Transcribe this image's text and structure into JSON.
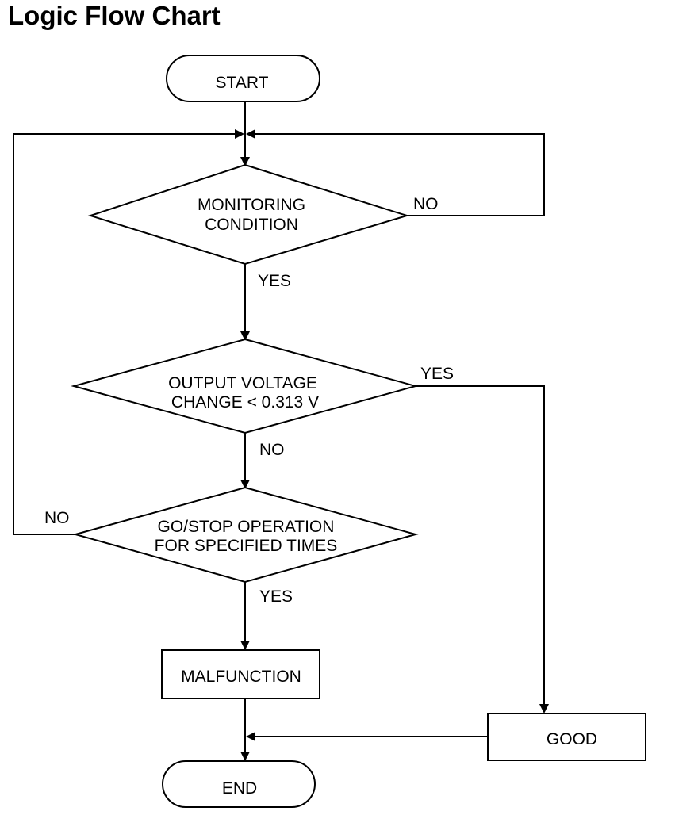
{
  "title": "Logic Flow Chart",
  "nodes": {
    "start": "START",
    "monitoring": [
      "MONITORING",
      "CONDITION"
    ],
    "voltage": [
      "OUTPUT VOLTAGE",
      "CHANGE < 0.313 V"
    ],
    "gostop": [
      "GO/STOP OPERATION",
      "FOR SPECIFIED TIMES"
    ],
    "malfunction": "MALFUNCTION",
    "good": "GOOD",
    "end": "END"
  },
  "labels": {
    "monitoring_no": "NO",
    "monitoring_yes": "YES",
    "voltage_yes": "YES",
    "voltage_no": "NO",
    "gostop_no": "NO",
    "gostop_yes": "YES"
  }
}
